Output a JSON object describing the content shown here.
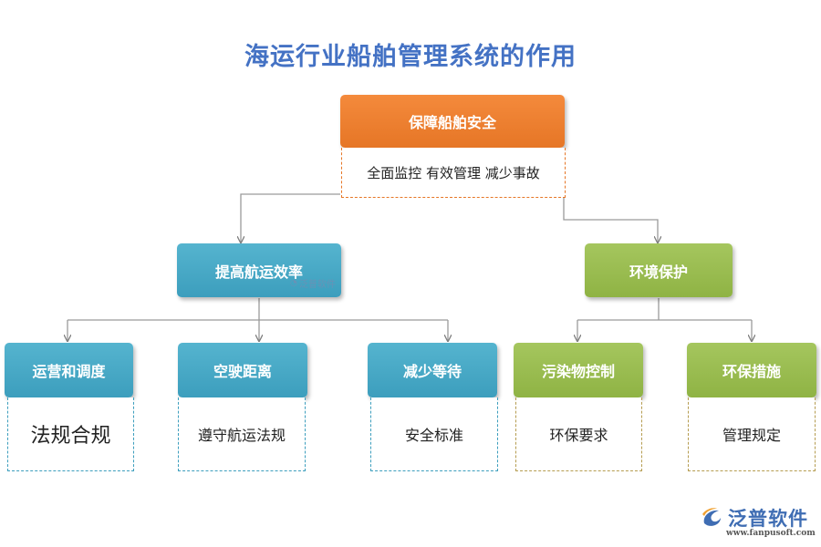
{
  "title": "海运行业船舶管理系统的作用",
  "root": {
    "label": "保障船舶安全",
    "detail": "全面监控  有效管理  减少事故"
  },
  "branches": {
    "left": {
      "label": "提高航运效率"
    },
    "right": {
      "label": "环境保护"
    }
  },
  "leaves": [
    {
      "label": "运营和调度",
      "detail": "法规合规"
    },
    {
      "label": "空驶距离",
      "detail": "遵守航运法规"
    },
    {
      "label": "减少等待",
      "detail": "安全标准"
    },
    {
      "label": "污染物控制",
      "detail": "环保要求"
    },
    {
      "label": "环保措施",
      "detail": "管理规定"
    }
  ],
  "watermark": {
    "text": "泛普软件"
  },
  "logo": {
    "text": "泛普软件",
    "url": "www.fanpusoft.com"
  },
  "colors": {
    "root": "#ed7d31",
    "branch_left": "#4bacc6",
    "branch_right": "#9bbb59",
    "title": "#4472c4",
    "connector": "#7f7f7f"
  }
}
